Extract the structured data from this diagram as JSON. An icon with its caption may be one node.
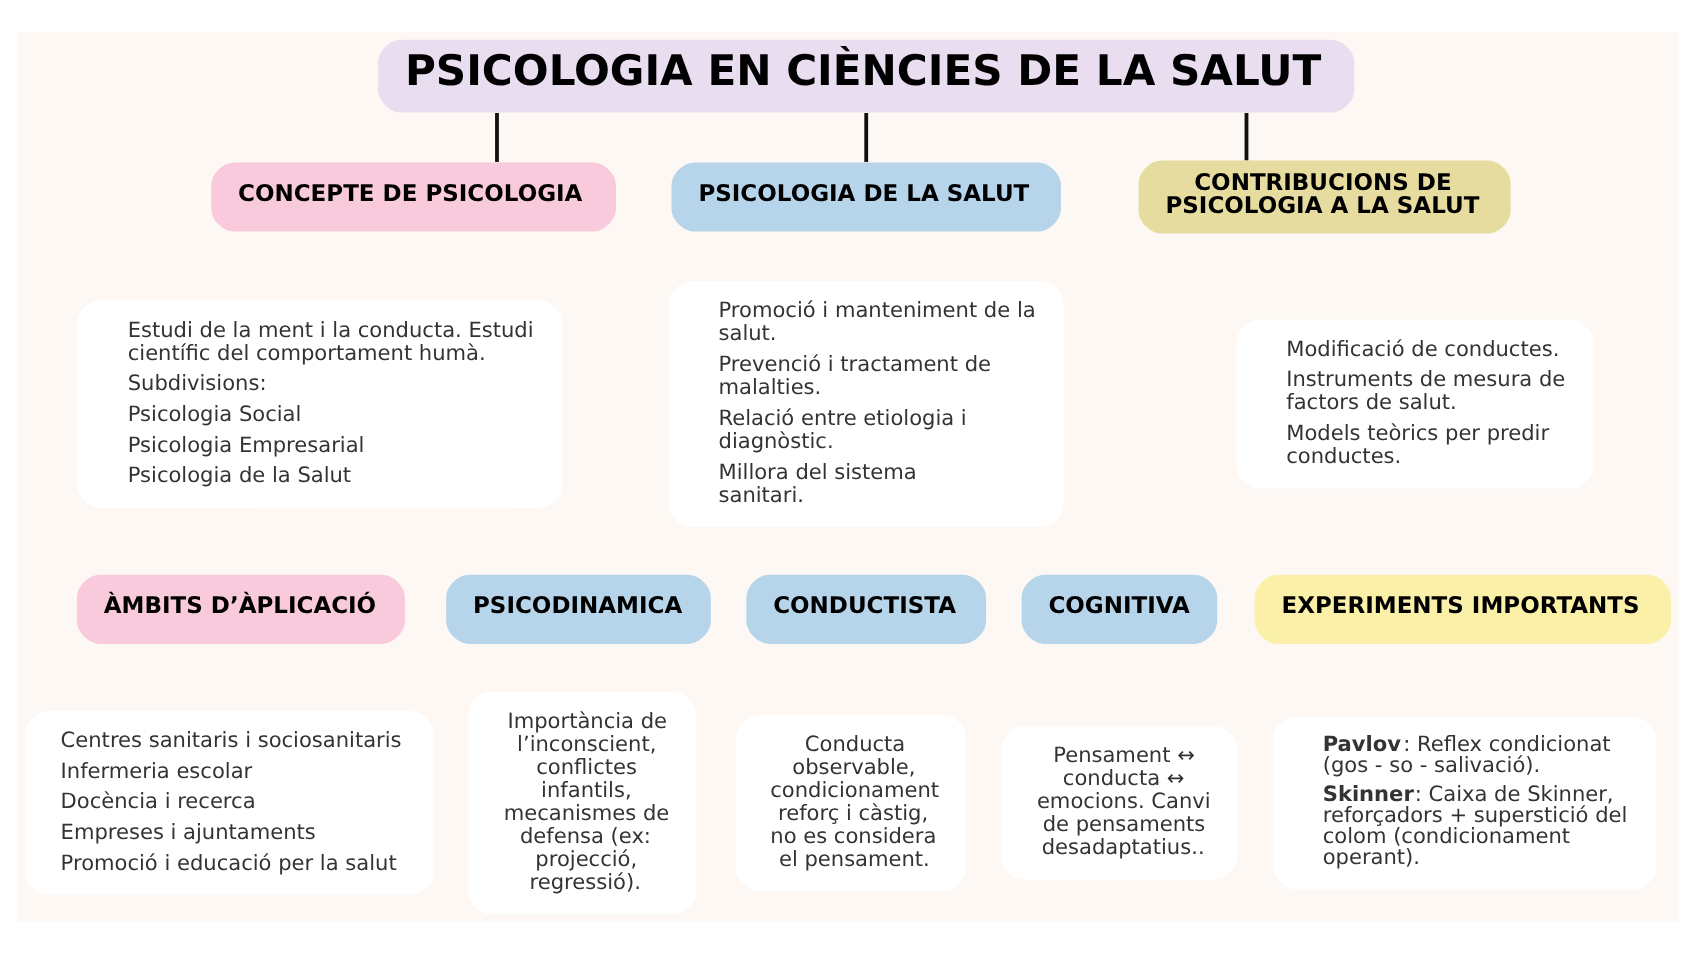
{
  "diagram": {
    "nodes": [
      {
        "text": [
          "PSICOLOGIA EN CIÈNCIES DE LA SALUT"
        ]
      },
      {
        "text": [
          "CONCEPTE DE PSICOLOGIA"
        ]
      },
      {
        "text": [
          "Estudi de la ment i la conducta. Estudi científic del comportament humà.",
          "Subdivisions:",
          "Psicologia Social",
          "Psicologia Empresarial",
          "Psicologia de la Salut"
        ]
      },
      {
        "text": [
          "PSICOLOGIA DE LA SALUT"
        ]
      },
      {
        "text": [
          "Promoció i manteniment de la salut.",
          "Prevenció i tractament de malalties.",
          "Relació entre etiologia i diagnòstic.",
          "Millora del sistema sanitari."
        ]
      },
      {
        "text": [
          "CONTRIBUCIONS DE PSICOLOGIA A LA SALUT"
        ]
      },
      {
        "text": [
          "Modificació de conductes.",
          "Instruments de mesura de factors de salut.",
          "Models teòrics per predir conductes."
        ]
      },
      {
        "text": [
          "ÀMBITS D’ÀPLICACIÓ"
        ]
      },
      {
        "text": [
          "Centres sanitaris i sociosanitaris",
          "Infermeria escolar",
          "Docència i recerca",
          "Empreses i ajuntaments",
          "Promoció i educació per la salut"
        ]
      },
      {
        "text": [
          "PSICODINAMICA"
        ]
      },
      {
        "text": [
          "Importància de l’inconscient, conflictes infantils, mecanismes de defensa (ex: projecció, regressió)."
        ]
      },
      {
        "text": [
          "CONDUCTISTA"
        ]
      },
      {
        "text": [
          "Conducta observable, condicionament reforç i càstig, no es considera el pensament."
        ]
      },
      {
        "text": [
          "COGNITIVA"
        ]
      },
      {
        "text": [
          "Pensament ↔ conducta ↔ emocions. Canvi de pensaments desadaptatius.."
        ]
      },
      {
        "text": [
          "EXPERIMENTS IMPORTANTS"
        ]
      },
      {
        "text": [
          "**Pavlov**: Reflex condicionat (gos - so - salivació).",
          "**Skinner**: Caixa de Skinner, reforçadors + superstició del colom (condicionament operant)."
        ]
      }
    ],
    "edges": [
      {
        "from": 0,
        "to": 1,
        "arrow": "none"
      },
      {
        "from": 0,
        "to": 3,
        "arrow": "none"
      },
      {
        "from": 0,
        "to": 5,
        "arrow": "none"
      }
    ]
  }
}
